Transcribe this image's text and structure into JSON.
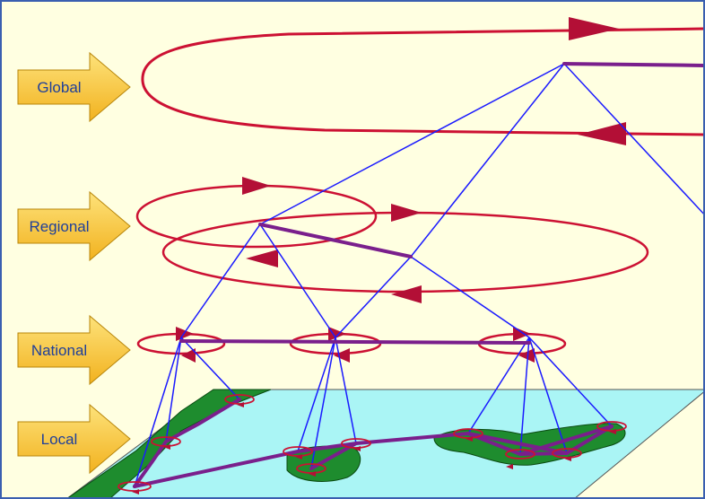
{
  "levels": {
    "global": "Global",
    "regional": "Regional",
    "national": "National",
    "local": "Local"
  },
  "colors": {
    "background": "#ffffe1",
    "arrow_fill": "#f7c531",
    "cycle": "#cc1133",
    "link_blue": "#1a1aff",
    "link_purple": "#7a1f8c",
    "sea": "#aaf5f5",
    "land": "#1e8c2e"
  }
}
